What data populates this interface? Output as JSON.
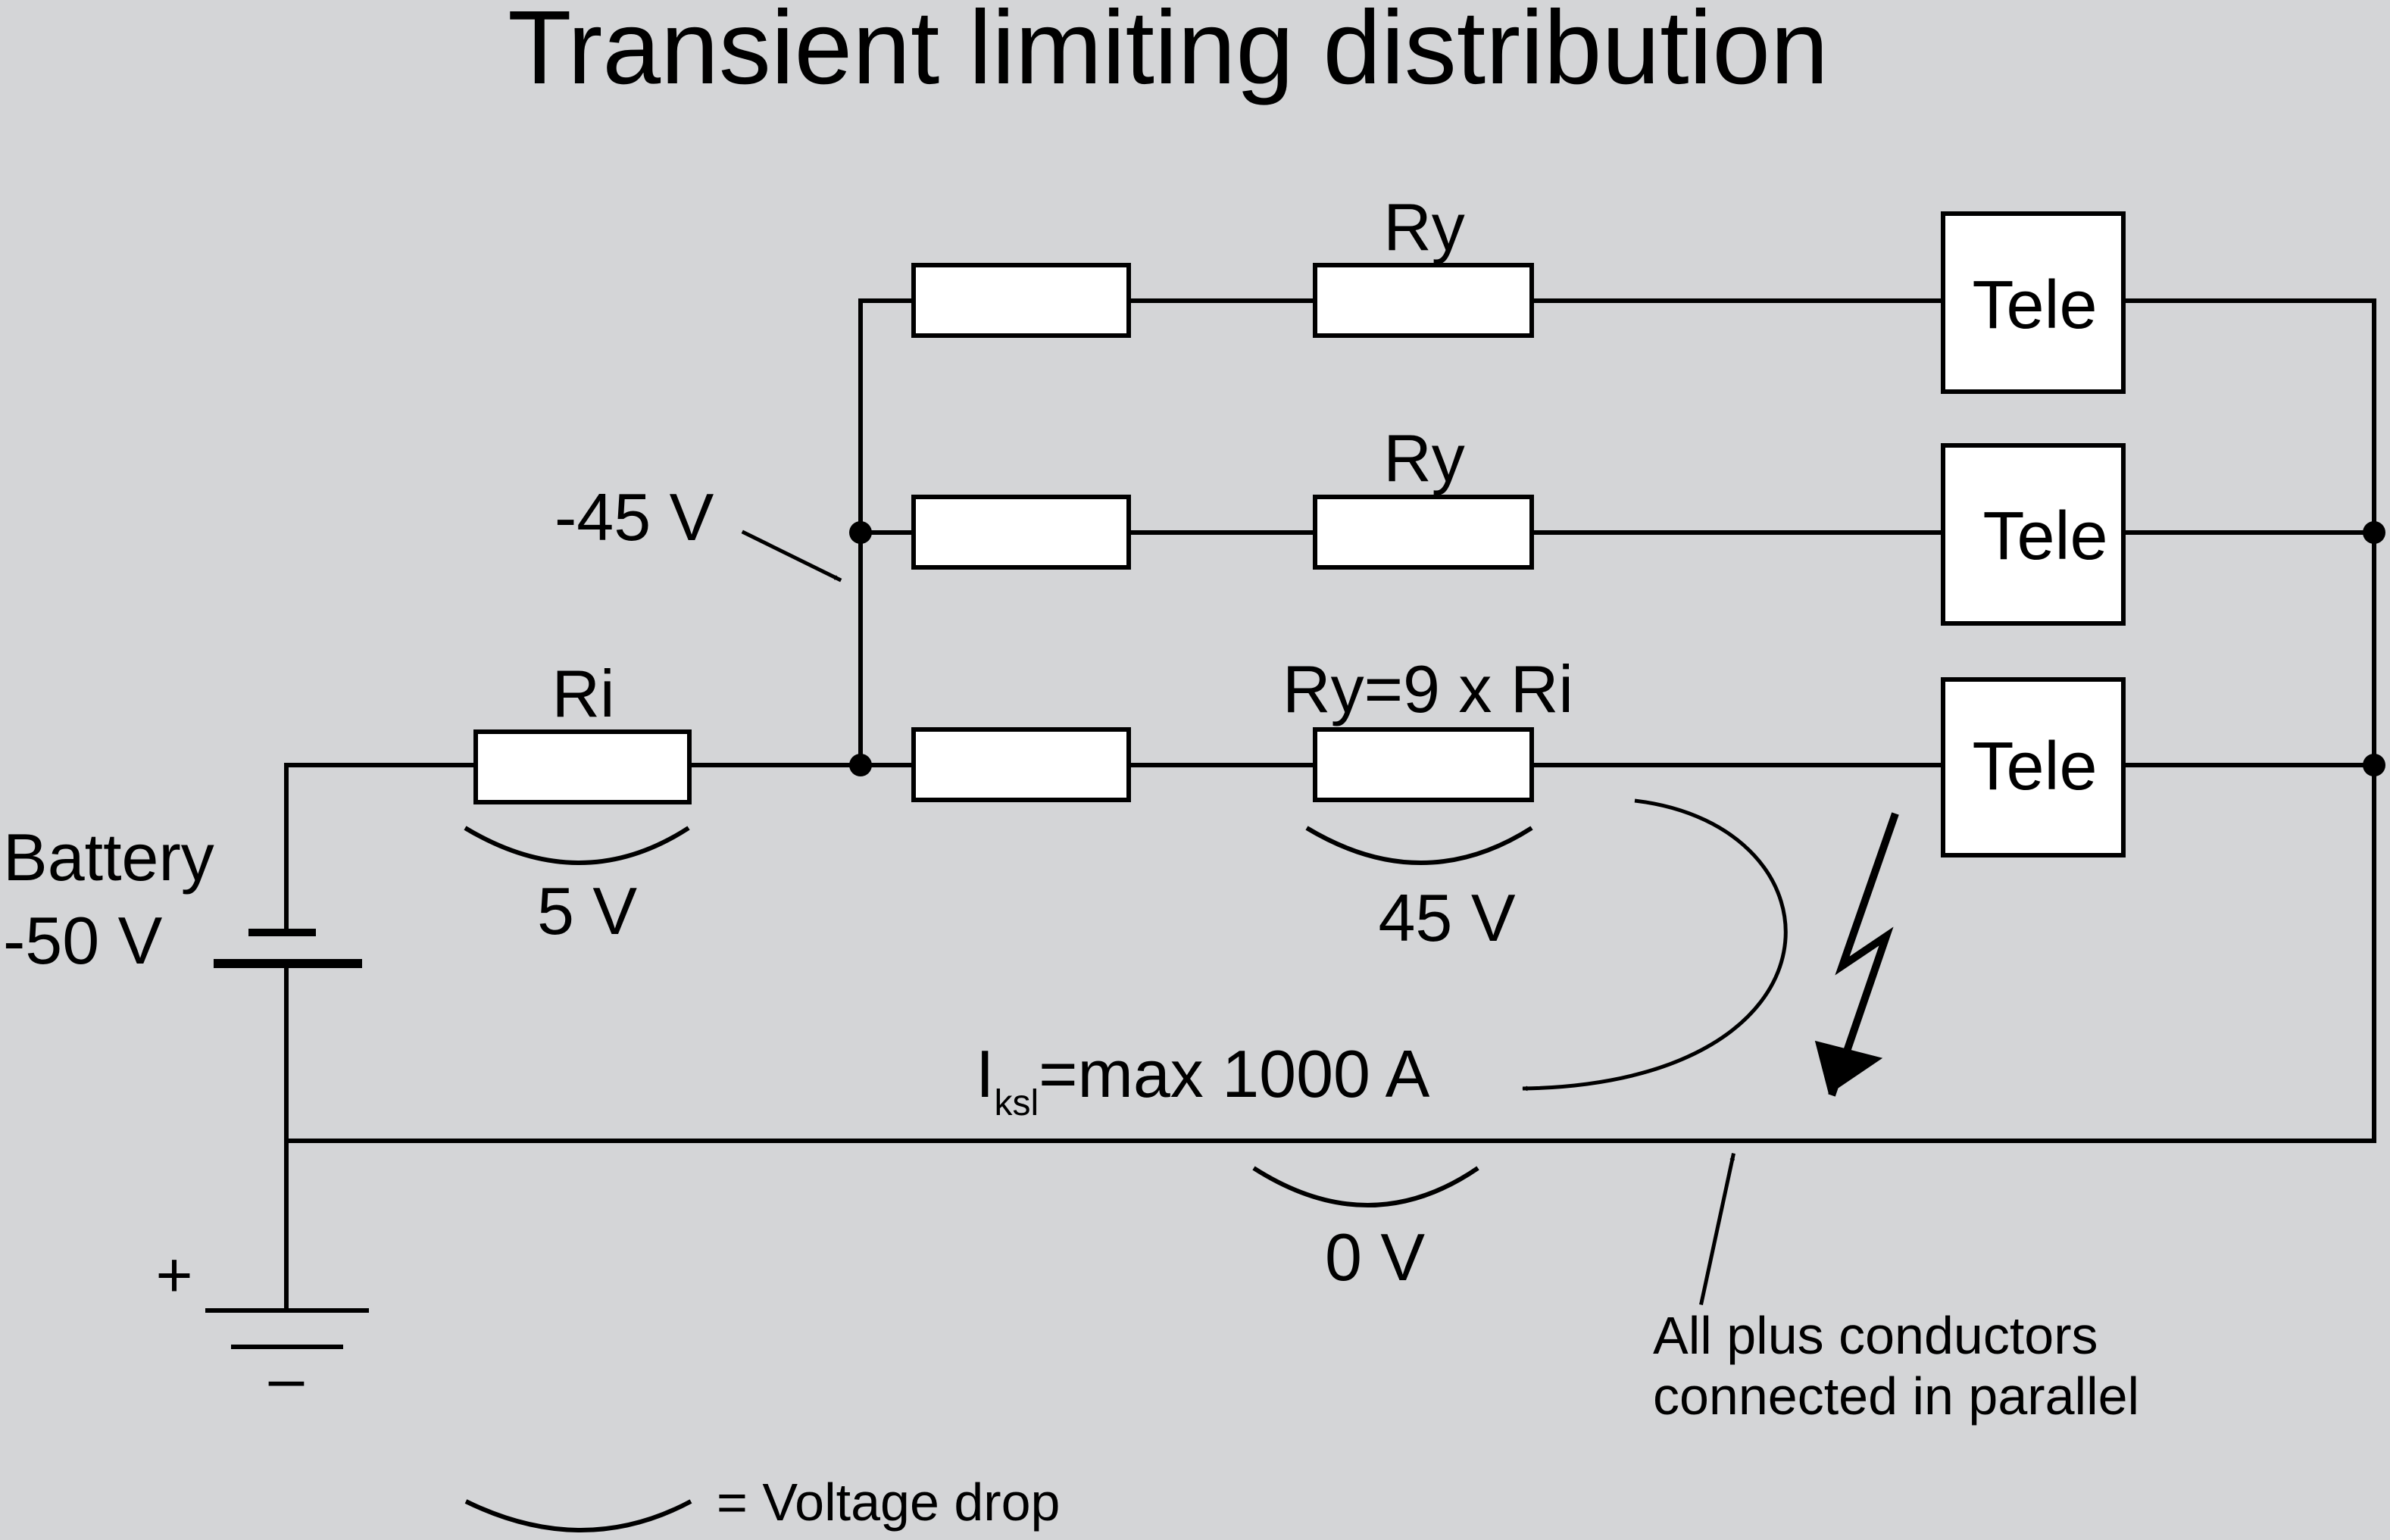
{
  "title": "Transient limiting distribution",
  "battery": {
    "label": "Battery",
    "voltage": "-50 V",
    "plus": "+",
    "minus": "–"
  },
  "resistors": {
    "ri": "Ri",
    "ry_top": "Ry",
    "ry_mid": "Ry",
    "ry_bottom": "Ry=9 x Ri"
  },
  "equipment": {
    "top": "Tele",
    "mid": "Tele",
    "bottom": "Tele"
  },
  "voltages": {
    "node": "-45 V",
    "ri_drop": "5 V",
    "ry_drop": "45 V",
    "return_drop": "0 V"
  },
  "current": {
    "symbol": "I",
    "subscript": "ksl",
    "value": "=max 1000 A"
  },
  "annotation": {
    "line1": "All plus conductors",
    "line2": "connected in parallel"
  },
  "legend": {
    "text": "= Voltage drop"
  }
}
